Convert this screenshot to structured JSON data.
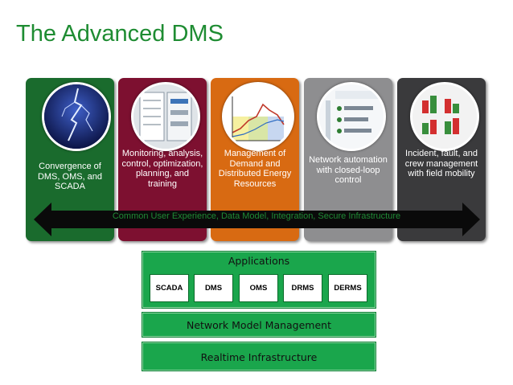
{
  "title": "The Advanced DMS",
  "cards": [
    {
      "label": "Convergence of DMS, OMS, and SCADA",
      "color": "#1a6b2d"
    },
    {
      "label": "Monitoring, analysis, control, optimization, planning, and training",
      "color": "#7d1030"
    },
    {
      "label": "Management of Demand and Distributed Energy Resources",
      "color": "#d86a12"
    },
    {
      "label": "Network automation with closed-loop control",
      "color": "#8e8e90"
    },
    {
      "label": "Incident, fault, and crew management with field mobility",
      "color": "#3a3a3c"
    }
  ],
  "banner": "Common User Experience, Data Model, Integration, Secure Infrastructure",
  "stack": {
    "applications": {
      "title": "Applications",
      "items": [
        "SCADA",
        "DMS",
        "OMS",
        "DRMS",
        "DERMS"
      ]
    },
    "network_model": "Network Model Management",
    "realtime": "Realtime Infrastructure"
  }
}
